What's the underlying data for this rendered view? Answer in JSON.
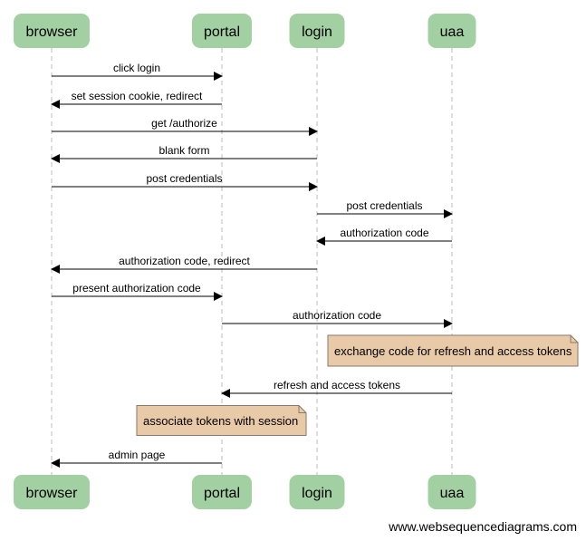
{
  "actors": [
    "browser",
    "portal",
    "login",
    "uaa"
  ],
  "colors": {
    "actor_fill": "#a3d0a3",
    "note_fill": "#e8c9a8",
    "lifeline": "#bdbdbd"
  },
  "steps": [
    {
      "kind": "message",
      "from": "browser",
      "to": "portal",
      "label": "click login"
    },
    {
      "kind": "message",
      "from": "portal",
      "to": "browser",
      "label": "set session cookie, redirect"
    },
    {
      "kind": "message",
      "from": "browser",
      "to": "login",
      "label": "get /authorize"
    },
    {
      "kind": "message",
      "from": "login",
      "to": "browser",
      "label": "blank form"
    },
    {
      "kind": "message",
      "from": "browser",
      "to": "login",
      "label": "post credentials"
    },
    {
      "kind": "message",
      "from": "login",
      "to": "uaa",
      "label": "post credentials"
    },
    {
      "kind": "message",
      "from": "uaa",
      "to": "login",
      "label": "authorization code"
    },
    {
      "kind": "message",
      "from": "login",
      "to": "browser",
      "label": "authorization code, redirect"
    },
    {
      "kind": "message",
      "from": "browser",
      "to": "portal",
      "label": "present authorization code"
    },
    {
      "kind": "message",
      "from": "portal",
      "to": "uaa",
      "label": "authorization code"
    },
    {
      "kind": "note",
      "over": "uaa",
      "label": "exchange code for refresh and access tokens"
    },
    {
      "kind": "message",
      "from": "uaa",
      "to": "portal",
      "label": "refresh and access tokens"
    },
    {
      "kind": "note",
      "over": "portal",
      "label": "associate tokens with session"
    },
    {
      "kind": "message",
      "from": "portal",
      "to": "browser",
      "label": "admin page"
    }
  ],
  "footer": "www.websequencediagrams.com"
}
